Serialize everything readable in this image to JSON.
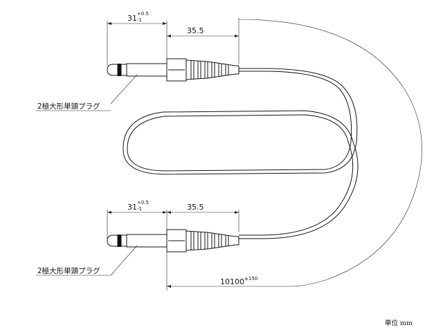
{
  "drawing": {
    "plug_label_top": "2極大形単頭プラグ",
    "plug_label_bottom": "2極大形単頭プラグ",
    "dim_plug_length_base": "31",
    "dim_plug_length_tol_upper": "+0.5",
    "dim_plug_length_tol_lower": "-1",
    "dim_sleeve": "35.5",
    "dim_cable_length": "10100",
    "dim_cable_tolerance": "±150",
    "unit_label": "単位 mm"
  }
}
